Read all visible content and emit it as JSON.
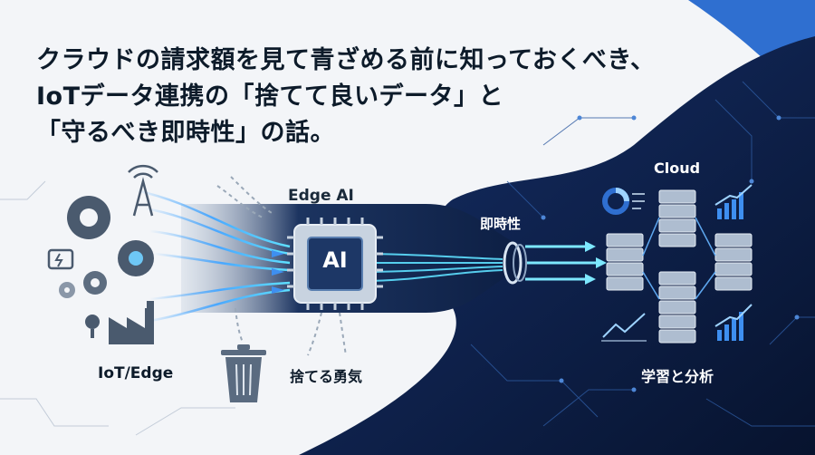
{
  "title": {
    "line1": "クラウドの請求額を見て青ざめる前に知っておくべき、",
    "line2": "IoTデータ連携の「捨てて良いデータ」と",
    "line3": "「守るべき即時性」の話。"
  },
  "labels": {
    "iot_edge": "IoT/Edge",
    "edge_ai": "Edge AI",
    "chip": "AI",
    "discard": "捨てる勇気",
    "realtime": "即時性",
    "cloud": "Cloud",
    "learning": "学習と分析"
  },
  "icons": [
    "gear-icon",
    "antenna-icon",
    "battery-icon",
    "factory-icon",
    "camera-icon",
    "trash-icon",
    "ai-chip-icon",
    "valve-icon",
    "server-icon",
    "donut-chart-icon",
    "bar-chart-icon",
    "line-chart-icon"
  ],
  "colors": {
    "background": "#f3f5f8",
    "dark_navy": "#0b1a3a",
    "flow_blue": "#4aa8ff",
    "flow_cyan": "#5ee0ff",
    "text_dark": "#0d1b2a"
  }
}
